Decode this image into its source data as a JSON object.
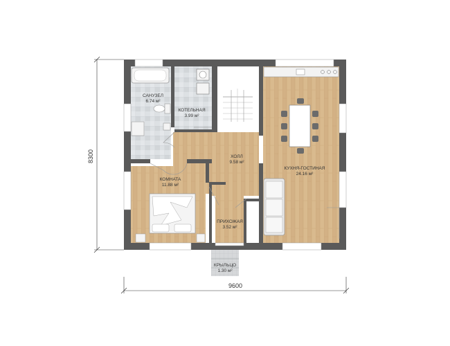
{
  "dimensions": {
    "width_label": "9600",
    "height_label": "8300"
  },
  "rooms": {
    "bathroom": {
      "name": "САНУЗЕЛ",
      "area": "6.74 м²"
    },
    "boiler": {
      "name": "КОТЕЛЬНАЯ",
      "area": "3.99 м²"
    },
    "hall": {
      "name": "ХОЛЛ",
      "area": "9.58 м²"
    },
    "kitchen": {
      "name": "КУХНЯ-ГОСТИНАЯ",
      "area": "24.16 м²"
    },
    "room": {
      "name": "КОМНАТА",
      "area": "11.88 м²"
    },
    "entry": {
      "name": "ПРИХОЖАЯ",
      "area": "3.52 м²"
    },
    "porch": {
      "name": "КРЫЛЬЦО",
      "area": "1.30 м²"
    }
  },
  "colors": {
    "wall": "#5a5a5a",
    "wood": "#d8b98c",
    "tile": "#d9dde0",
    "window": "#ffffff"
  }
}
